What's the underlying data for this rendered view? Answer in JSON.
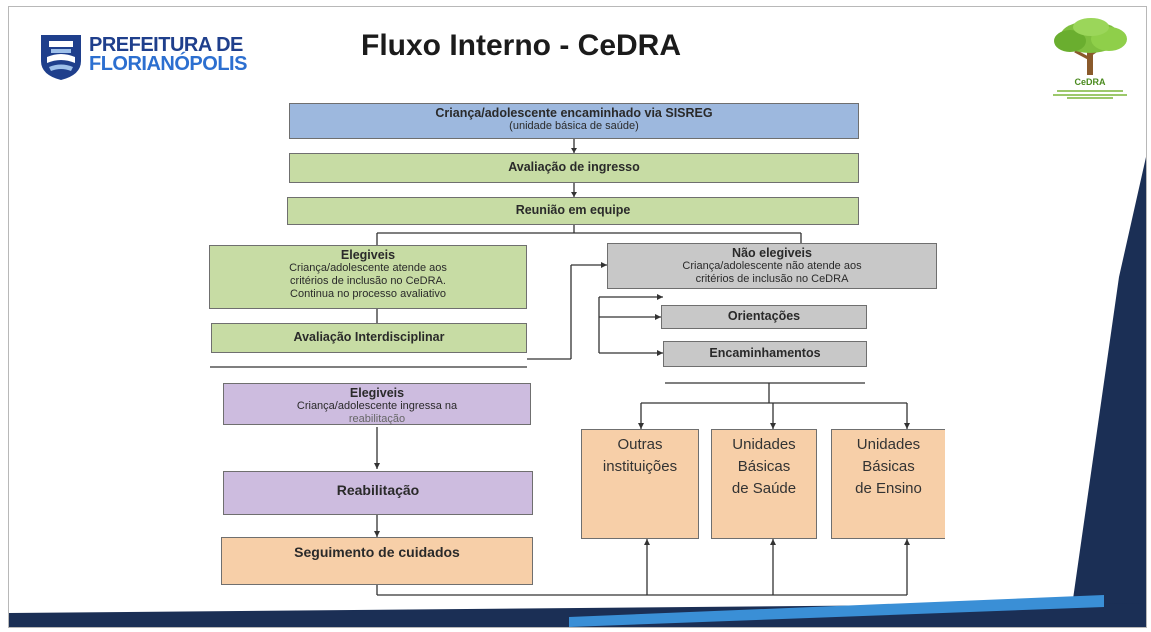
{
  "header": {
    "title": "Fluxo Interno - CeDRA",
    "logo_line1": "PREFEITURA DE",
    "logo_line2": "FLORIANÓPOLIS",
    "cedra_logo_text": "CeDRA"
  },
  "colors": {
    "blue_box": "#9db8de",
    "green_box": "#c7dca4",
    "gray_box": "#c8c8c8",
    "purple_box": "#cdbcdf",
    "peach_box": "#f7cfa8",
    "footer_navy": "#1b2f55",
    "footer_light_blue": "#3a8fd6"
  },
  "flow": {
    "encaminhado": {
      "title": "Criança/adolescente encaminhado via SISREG",
      "sub": "(unidade básica de saúde)"
    },
    "avaliacao_ingresso": "Avaliação de ingresso",
    "reuniao": "Reunião em equipe",
    "elegiveis": {
      "title": "Elegiveis",
      "line1": "Criança/adolescente atende aos",
      "line2": "critérios de inclusão no CeDRA.",
      "line3": "Continua no processo avaliativo"
    },
    "nao_elegiveis": {
      "title": "Não elegiveis",
      "line1": "Criança/adolescente não atende aos",
      "line2": "critérios de inclusão no CeDRA"
    },
    "avaliacao_interdisciplinar": "Avaliação Interdisciplinar",
    "orientacoes": "Orientações",
    "encaminhamentos": "Encaminhamentos",
    "elegiveis2": {
      "title": "Elegiveis",
      "line1": "Criança/adolescente ingressa na",
      "line2": "reabilitação"
    },
    "reabilitacao": "Reabilitação",
    "seguimento": "Seguimento de cuidados",
    "outras": [
      "Outras",
      "instituições"
    ],
    "ubs_saude": [
      "Unidades",
      "Básicas",
      "de Saúde"
    ],
    "ubs_ensino": [
      "Unidades",
      "Básicas",
      "de Ensino"
    ]
  }
}
